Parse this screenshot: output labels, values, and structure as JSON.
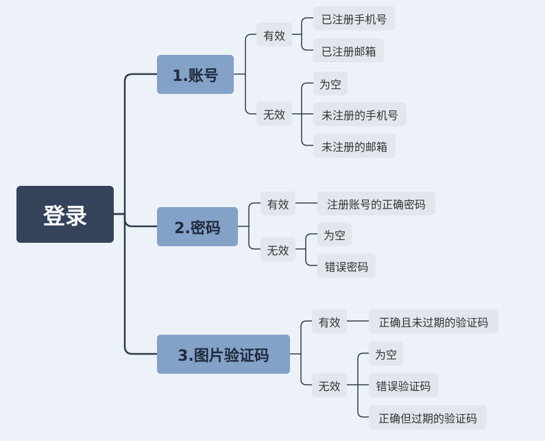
{
  "root": {
    "label": "登录"
  },
  "branches": [
    {
      "label": "1.账号",
      "valid": {
        "label": "有效",
        "items": [
          "已注册手机号",
          "已注册邮箱"
        ]
      },
      "invalid": {
        "label": "无效",
        "items": [
          "为空",
          "未注册的手机号",
          "未注册的邮箱"
        ]
      }
    },
    {
      "label": "2.密码",
      "valid": {
        "label": "有效",
        "items": [
          "注册账号的正确密码"
        ]
      },
      "invalid": {
        "label": "无效",
        "items": [
          "为空",
          "错误密码"
        ]
      }
    },
    {
      "label": "3.图片验证码",
      "valid": {
        "label": "有效",
        "items": [
          "正确且未过期的验证码"
        ]
      },
      "invalid": {
        "label": "无效",
        "items": [
          "为空",
          "错误验证码",
          "正确但过期的验证码"
        ]
      }
    }
  ]
}
